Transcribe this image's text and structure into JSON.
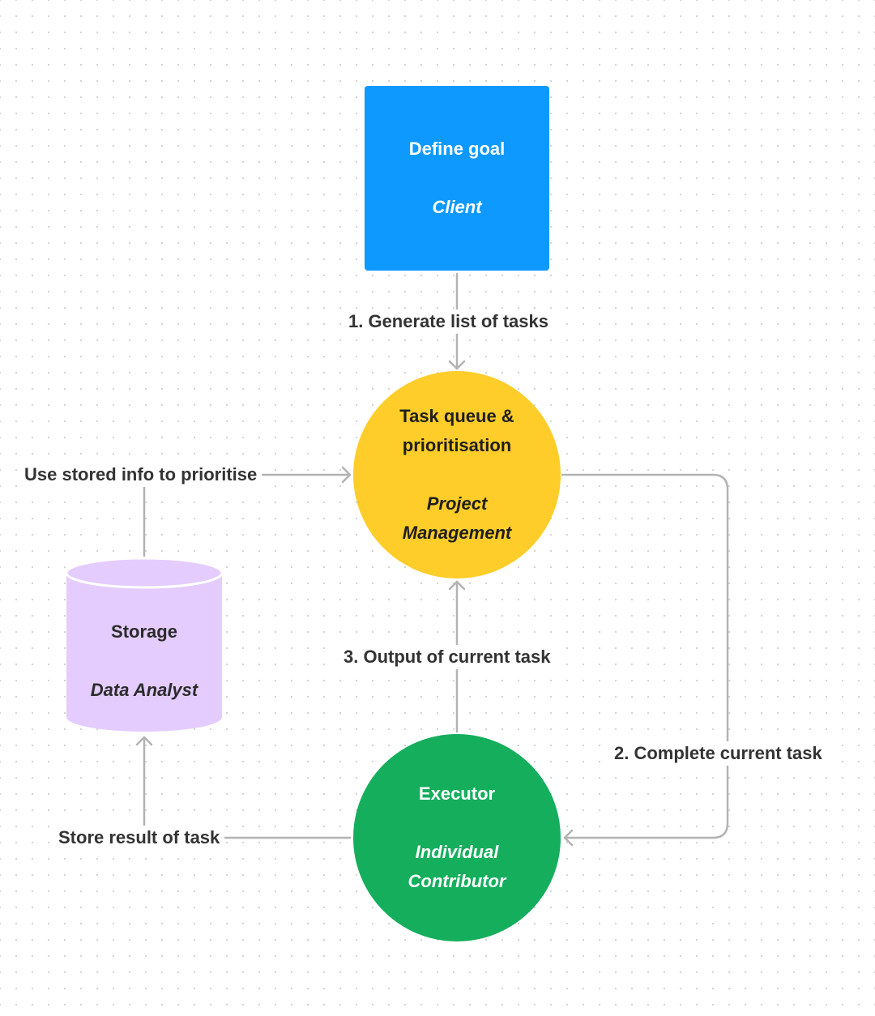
{
  "nodes": {
    "client": {
      "title": "Define goal",
      "role": "Client",
      "color": "#0D99FF",
      "shape": "rounded-square"
    },
    "task_queue": {
      "title_line1": "Task queue &",
      "title_line2": "prioritisation",
      "role_line1": "Project",
      "role_line2": "Management",
      "color": "#FFCD29",
      "shape": "circle"
    },
    "storage": {
      "title": "Storage",
      "role": "Data Analyst",
      "color": "#E4CCFF",
      "shape": "cylinder"
    },
    "executor": {
      "title": "Executor",
      "role_line1": "Individual",
      "role_line2": "Contributor",
      "color": "#14AE5C",
      "shape": "circle"
    }
  },
  "edges": [
    {
      "from": "client",
      "to": "task_queue",
      "label": "1. Generate list of tasks"
    },
    {
      "from": "task_queue",
      "to": "executor",
      "label": "2. Complete current task"
    },
    {
      "from": "executor",
      "to": "task_queue",
      "label": "3. Output of current task"
    },
    {
      "from": "executor",
      "to": "storage",
      "label": "Store result of task"
    },
    {
      "from": "storage",
      "to": "task_queue",
      "label": "Use stored info to prioritise"
    }
  ],
  "colors": {
    "connector": "#B3B3B3",
    "label_text": "#333333"
  }
}
